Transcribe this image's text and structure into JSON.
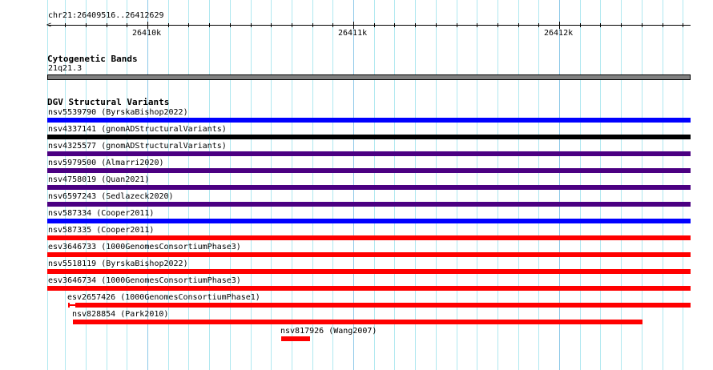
{
  "ruler": {
    "region": "chr21:26409516..26412629",
    "major_labels": [
      "26410k",
      "26411k",
      "26412k"
    ]
  },
  "cyto": {
    "title": "Cytogenetic Bands",
    "band": "21q21.3",
    "color": "#808080"
  },
  "dgv": {
    "title": "DGV Structural Variants",
    "variants": [
      {
        "label": "nsv5539790 (ByrskaBishop2022)",
        "color": "#0000ff"
      },
      {
        "label": "nsv4337141 (gnomADStructuralVariants)",
        "color": "#000000"
      },
      {
        "label": "nsv4325577 (gnomADStructuralVariants)",
        "color": "#4b0082"
      },
      {
        "label": "nsv5979500 (Almarri2020)",
        "color": "#4b0082"
      },
      {
        "label": "nsv4758019 (Quan2021)",
        "color": "#4b0082"
      },
      {
        "label": "nsv6597243 (Sedlazeck2020)",
        "color": "#4b0082"
      },
      {
        "label": "nsv587334 (Cooper2011)",
        "color": "#0000ff"
      },
      {
        "label": "nsv587335 (Cooper2011)",
        "color": "#ff0000"
      },
      {
        "label": "esv3646733 (1000GenomesConsortiumPhase3)",
        "color": "#ff0000"
      },
      {
        "label": "nsv5518119 (ByrskaBishop2022)",
        "color": "#ff0000"
      },
      {
        "label": "esv3646734 (1000GenomesConsortiumPhase3)",
        "color": "#ff0000"
      },
      {
        "label": "esv2657426 (1000GenomesConsortiumPhase1)",
        "color": "#ff0000"
      },
      {
        "label": "nsv828854 (Park2010)",
        "color": "#ff0000"
      },
      {
        "label": "nsv817926 (Wang2007)",
        "color": "#ff0000"
      }
    ]
  }
}
